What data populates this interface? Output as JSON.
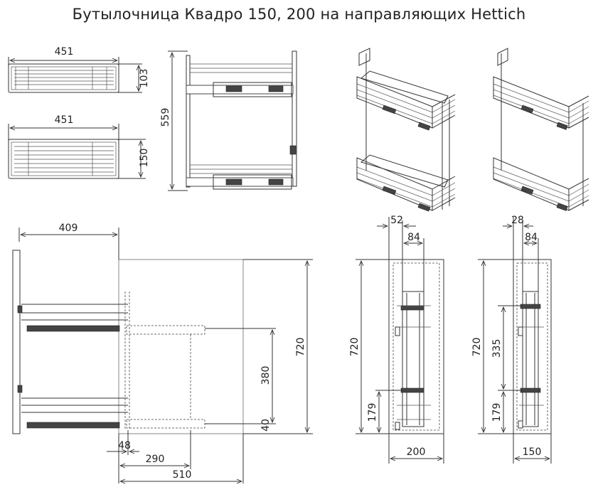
{
  "title": "Бутылочница Квадро 150, 200 на направляющих Hettich",
  "dimensions": {
    "top_width_1": "451",
    "height_1": "103",
    "top_width_2": "451",
    "height_2": "150",
    "side_depth": "559",
    "section_top_width": "409",
    "section_height_720": "720",
    "section_gap_380": "380",
    "section_bottom_40": "40",
    "section_offset_48": "48",
    "section_rail_290": "290",
    "section_depth_510": "510",
    "front200_offset_52": "52",
    "front200_width_84": "84",
    "front200_height_720": "720",
    "front200_low_179": "179",
    "front200_width_200": "200",
    "front150_offset_28": "28",
    "front150_width_84": "84",
    "front150_height_720": "720",
    "front150_gap_335": "335",
    "front150_low_179": "179",
    "front150_width_150": "150"
  }
}
